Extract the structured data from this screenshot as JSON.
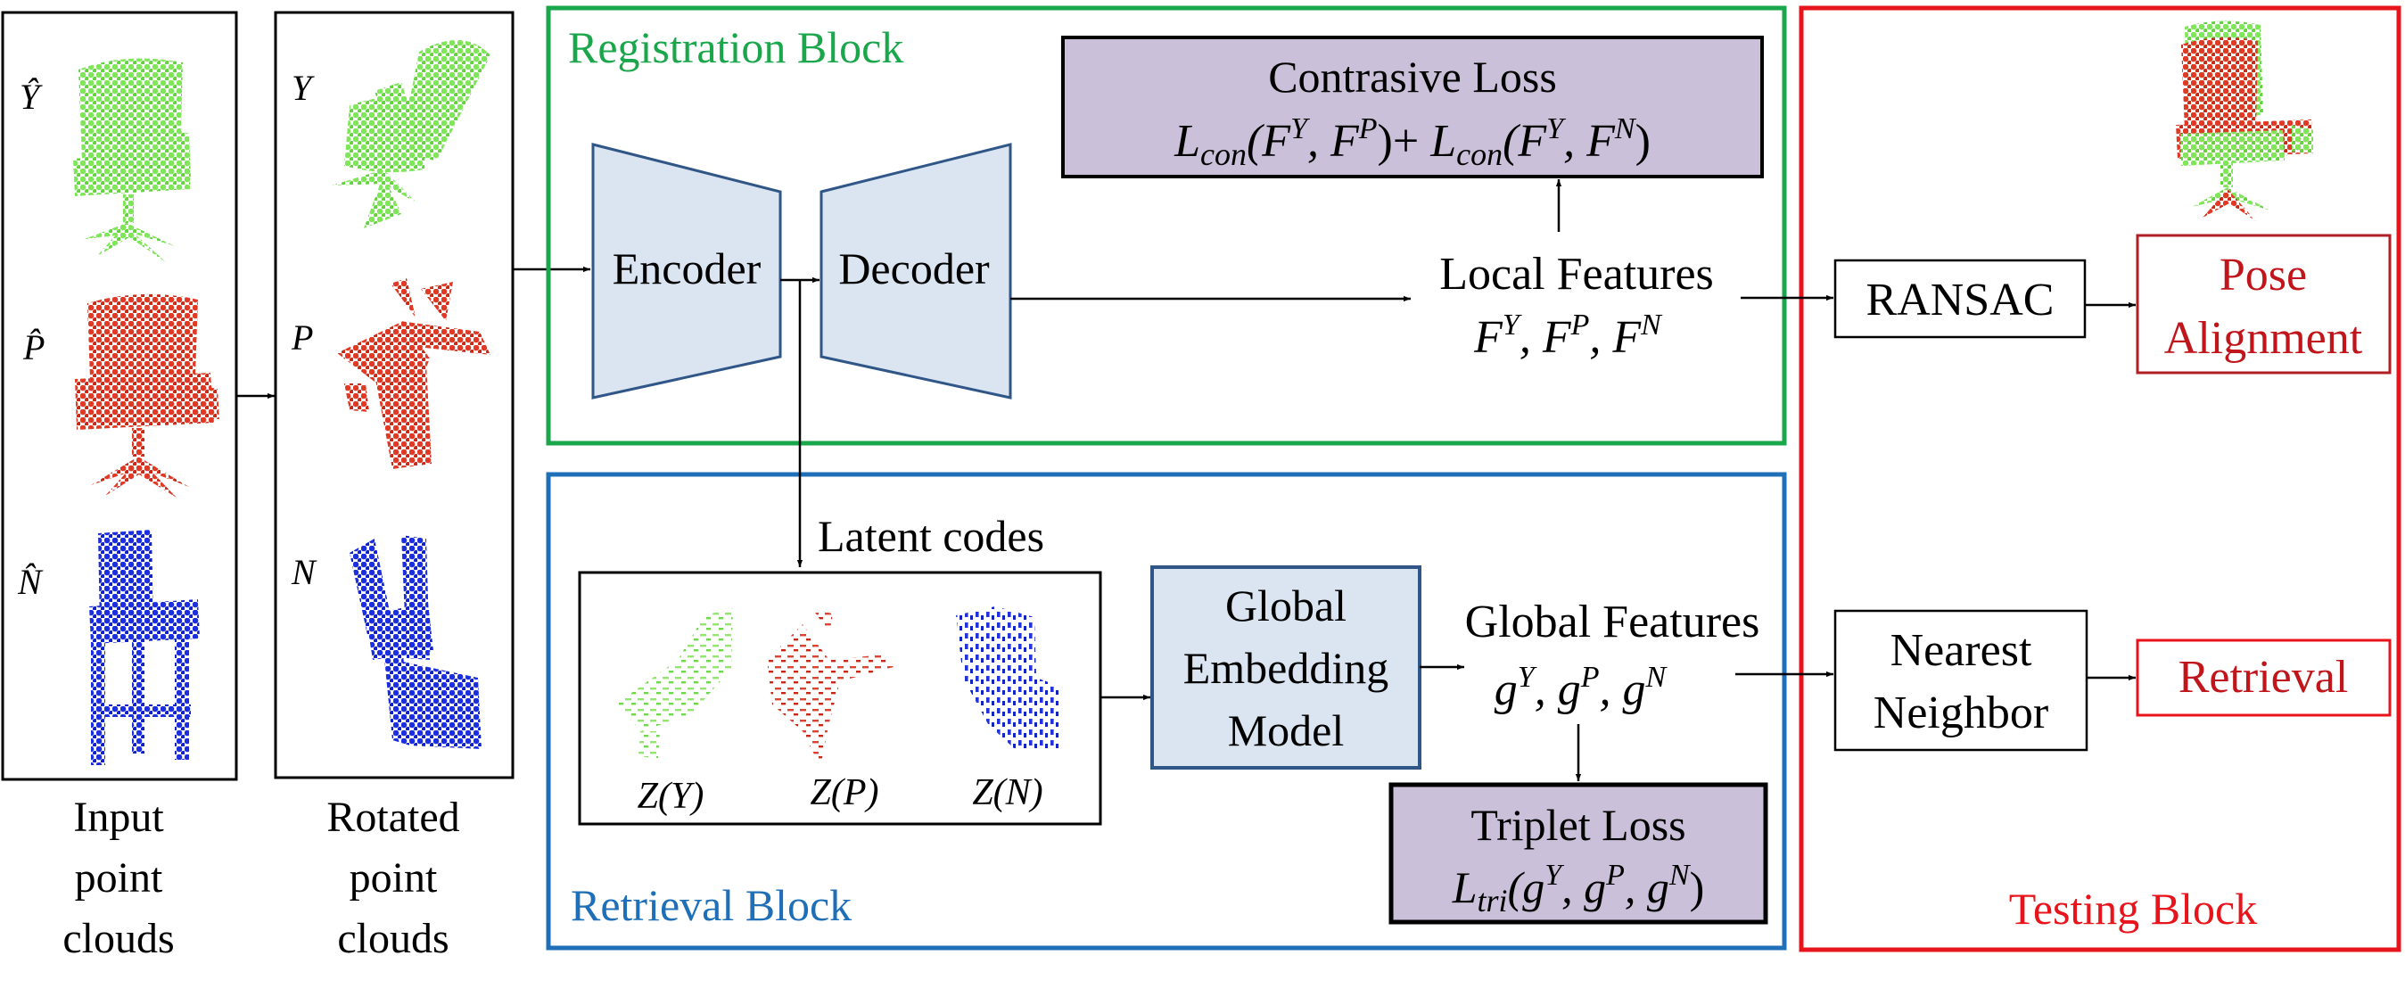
{
  "colors": {
    "registration": "#1aa64a",
    "retrieval": "#1f6fb8",
    "testing": "#e8141b",
    "dark_red": "#b01f24",
    "loss_fill": "#cbc0da",
    "blue_fill": "#dae5f1",
    "trapezoid_stroke": "#2f5687",
    "chair_green": "#7fe65a",
    "chair_red": "#e03a26",
    "chair_blue": "#1b2ee0"
  },
  "inputs": {
    "labels": [
      "Ŷ",
      "P̂",
      "N̂"
    ],
    "caption": [
      "Input",
      "point",
      "clouds"
    ]
  },
  "rotated": {
    "labels": [
      "Y",
      "P",
      "N"
    ],
    "caption": [
      "Rotated",
      "point",
      "clouds"
    ]
  },
  "registration_block": {
    "title": "Registration Block",
    "encoder": "Encoder",
    "decoder": "Decoder",
    "contrastive_title": "Contrasive Loss",
    "contrastive_formula": "Lcon(FY, FP)+ Lcon(FY, FN)",
    "local_features_title": "Local Features",
    "local_features_vars": "FY, FP, FN"
  },
  "retrieval_block": {
    "title": "Retrieval Block",
    "latent_title": "Latent codes",
    "latent_labels": [
      "Z(Y)",
      "Z(P)",
      "Z(N)"
    ],
    "embedding": [
      "Global",
      "Embedding",
      "Model"
    ],
    "global_features_title": "Global Features",
    "global_features_vars": "gY, gP, gN",
    "triplet_title": "Triplet Loss",
    "triplet_formula": "Ltri(gY, gP, gN)"
  },
  "testing_block": {
    "title": "Testing Block",
    "ransac": "RANSAC",
    "pose": [
      "Pose",
      "Alignment"
    ],
    "nearest": [
      "Nearest",
      "Neighbor"
    ],
    "retrieval": "Retrieval"
  }
}
